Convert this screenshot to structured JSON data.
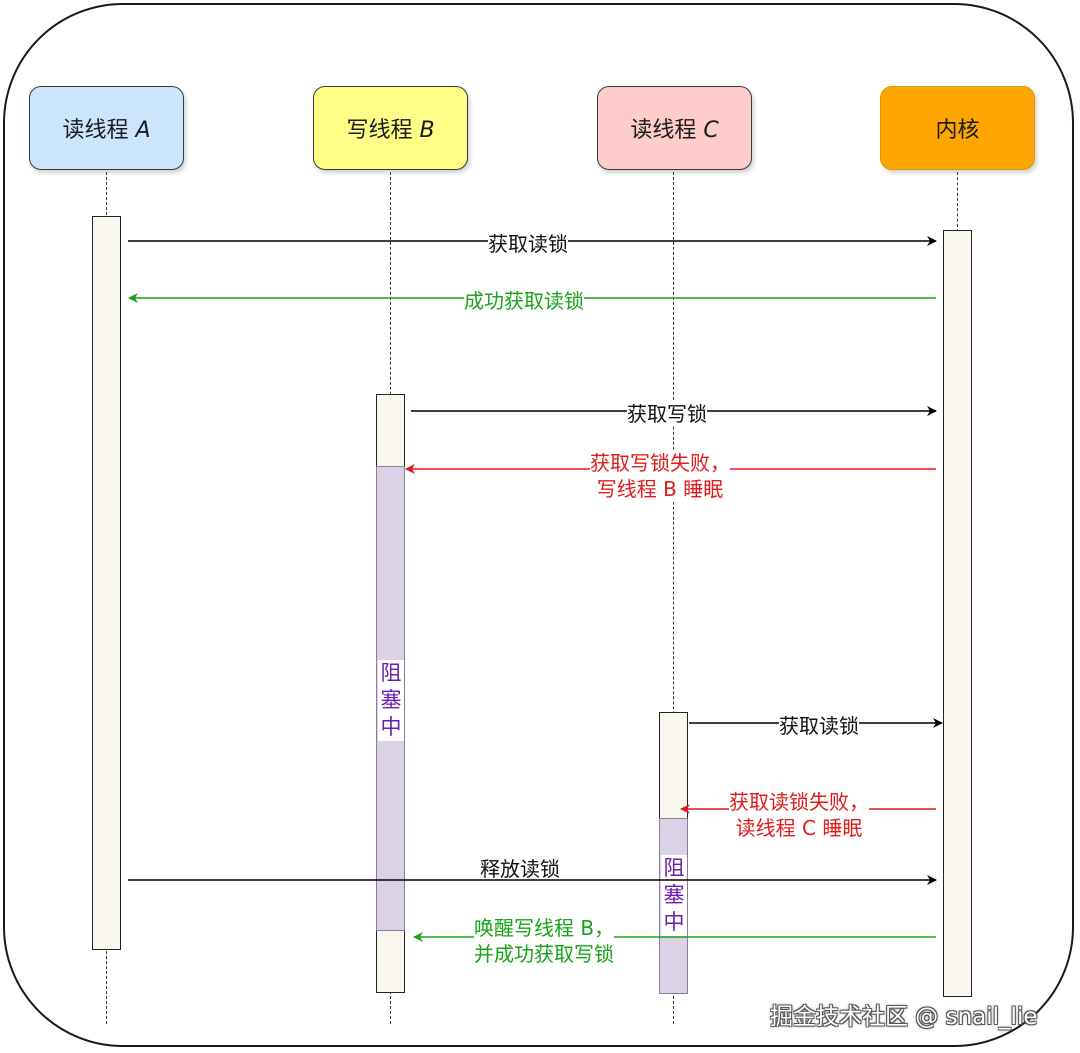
{
  "actors": [
    {
      "prefix": "读线程 ",
      "suffix": "A",
      "fill": "#cce5ff",
      "stroke": "#36393d"
    },
    {
      "prefix": "写线程 ",
      "suffix": "B",
      "fill": "#ffff88",
      "stroke": "#36393d"
    },
    {
      "prefix": "读线程 ",
      "suffix": "C",
      "fill": "#ffcccc",
      "stroke": "#36393d"
    },
    {
      "prefix": "内核",
      "suffix": "",
      "fill": "#ffa500",
      "stroke": "#d79b00"
    }
  ],
  "messages": [
    {
      "text": "获取读锁",
      "color": "#000000"
    },
    {
      "text": "成功获取读锁",
      "color": "#19a319"
    },
    {
      "text": "获取写锁",
      "color": "#000000"
    },
    {
      "text_line1": "获取写锁失败，",
      "text_line2": "写线程 B 睡眠",
      "color": "#e01b1b"
    },
    {
      "text": "获取读锁",
      "color": "#000000"
    },
    {
      "text_line1": "获取读锁失败，",
      "text_line2": "读线程 C 睡眠",
      "color": "#e01b1b"
    },
    {
      "text": "释放读锁",
      "color": "#000000"
    },
    {
      "text_line1": "唤醒写线程 B，",
      "text_line2": "并成功获取写锁",
      "color": "#19a319"
    }
  ],
  "blocked_label": [
    "阻",
    "塞",
    "中"
  ],
  "watermark": "掘金技术社区 @ snail_lie"
}
